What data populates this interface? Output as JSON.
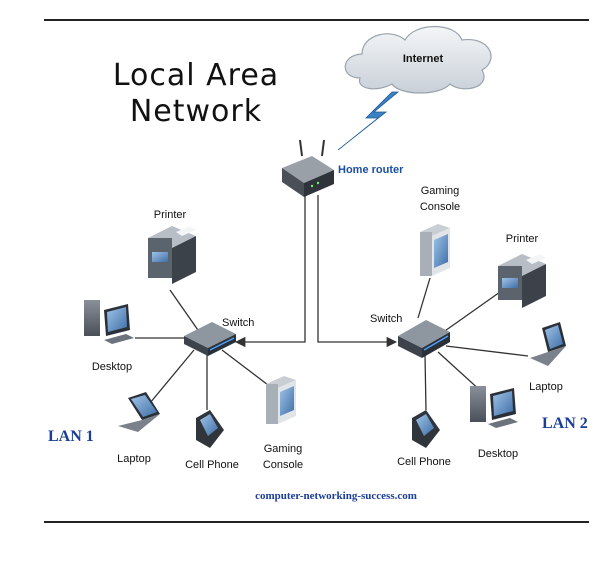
{
  "diagram": {
    "title_line1": "Local Area",
    "title_line2": "Network",
    "cloud_label": "Internet",
    "router_label": "Home router",
    "website": "computer-networking-success.com",
    "lan1": {
      "name": "LAN 1",
      "switch": "Switch",
      "printer": "Printer",
      "desktop": "Desktop",
      "laptop": "Laptop",
      "cell_phone": "Cell Phone",
      "gaming_console_line1": "Gaming",
      "gaming_console_line2": "Console"
    },
    "lan2": {
      "name": "LAN 2",
      "switch": "Switch",
      "printer": "Printer",
      "desktop": "Desktop",
      "laptop": "Laptop",
      "cell_phone": "Cell Phone",
      "gaming_console_line1": "Gaming",
      "gaming_console_line2": "Console"
    }
  }
}
